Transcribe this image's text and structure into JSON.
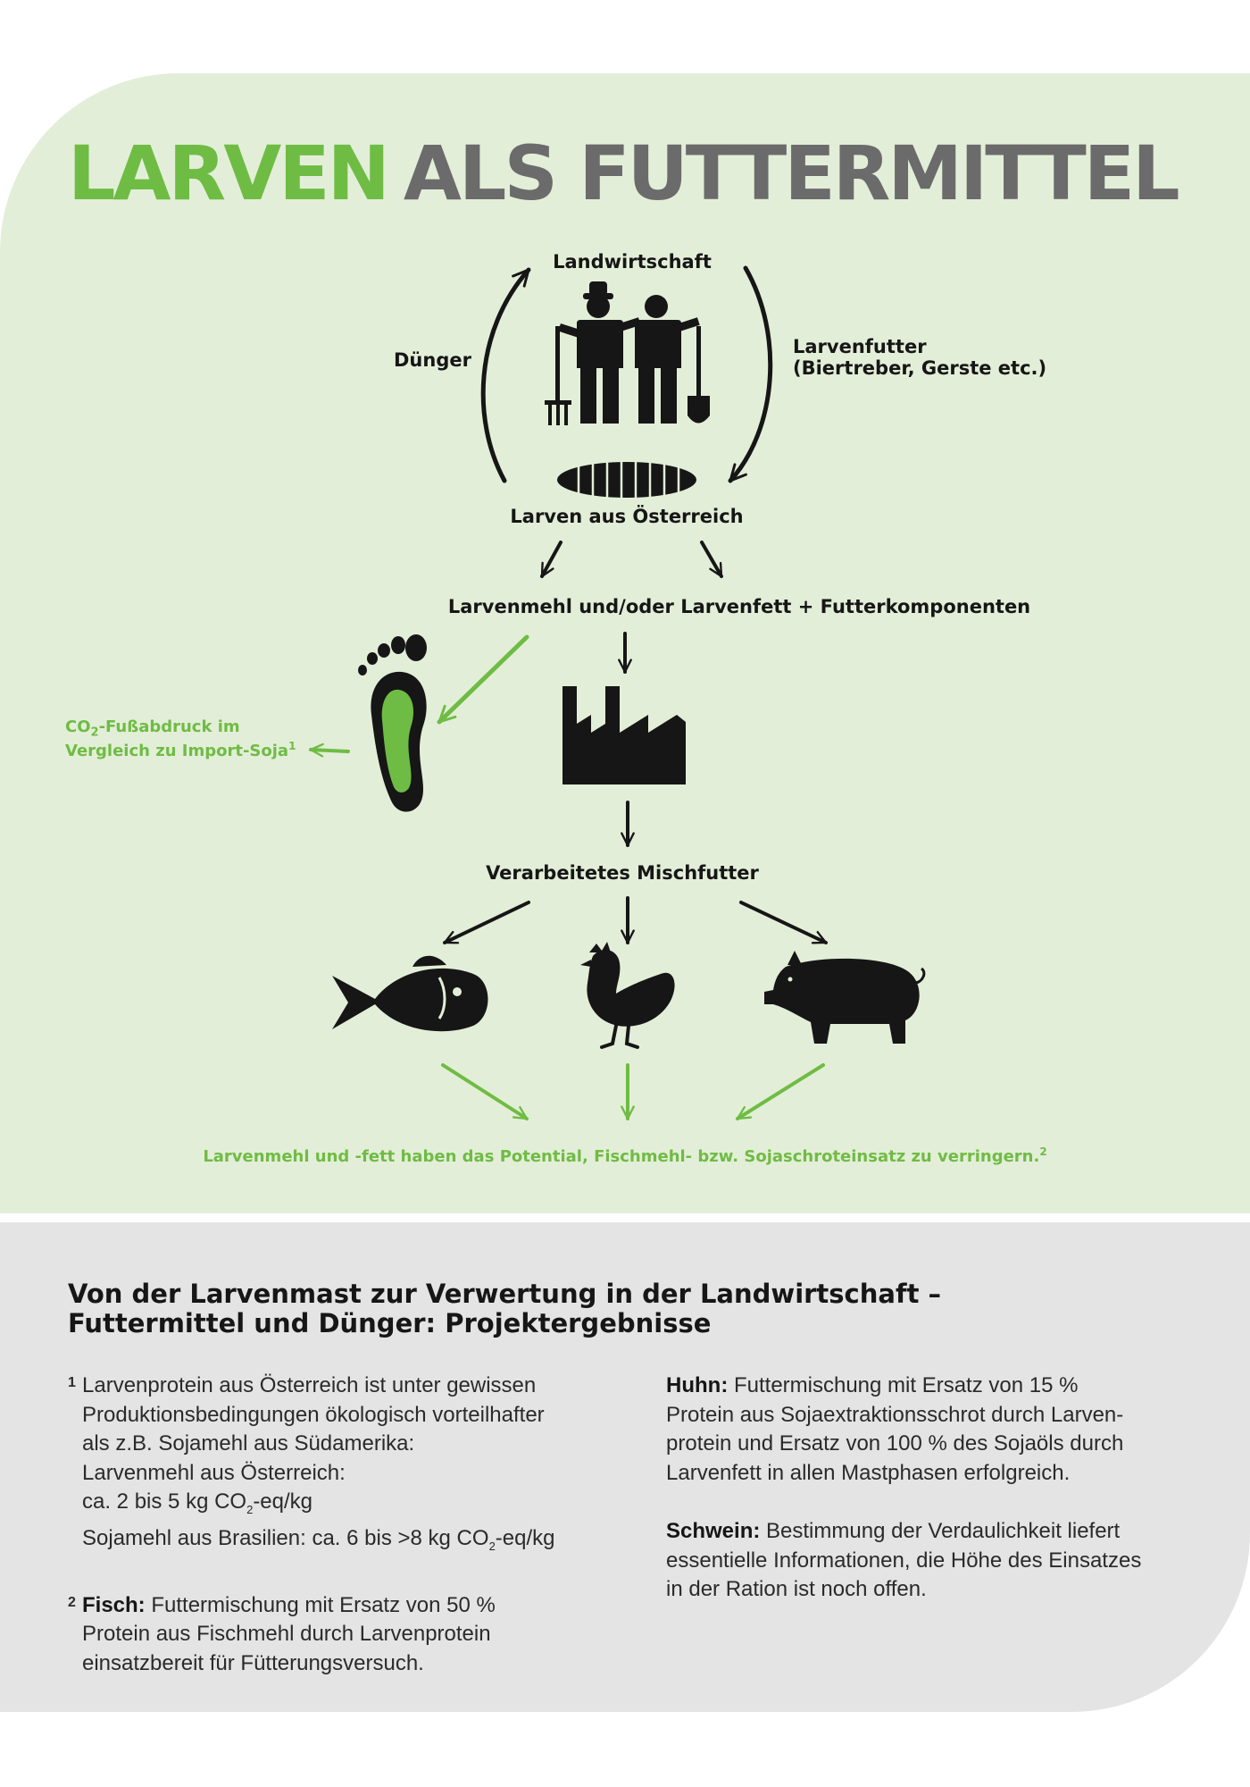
{
  "title": {
    "part1": "LARVEN",
    "part2": "ALS FUTTERMITTEL"
  },
  "diagram": {
    "landwirtschaft": "Landwirtschaft",
    "duenger": "Dünger",
    "larvenfutter_line1": "Larvenfutter",
    "larvenfutter_line2": "(Biertreber, Gerste etc.)",
    "larven_aus_oesterreich": "Larven aus Österreich",
    "larvenmehl_komponenten": "Larvenmehl und/oder Larvenfett + Futterkomponenten",
    "co2_line1_a": "CO",
    "co2_line1_sub": "2",
    "co2_line1_b": "-Fußabdruck im",
    "co2_line2": "Vergleich zu Import-Soja",
    "co2_line2_sup": "1",
    "verarbeitetes_mischfutter": "Verarbeitetes Mischfutter",
    "potential": "Larvenmehl und -fett haben das Potential, Fischmehl- bzw. Sojaschroteinsatz zu verringern.",
    "potential_sup": "2",
    "colors": {
      "green": "#6fbc44",
      "black": "#161616",
      "grey": "#6b6b6b"
    },
    "icons": [
      "farmer-icon",
      "larva-icon",
      "footprint-icon",
      "factory-icon",
      "fish-icon",
      "chicken-icon",
      "pig-icon"
    ]
  },
  "results": {
    "heading_line1": "Von der Larvenmast zur Verwertung in der Landwirtschaft –",
    "heading_line2": "Futtermittel und Dünger: Projektergebnisse",
    "note1": {
      "num": "1",
      "l1": "Larvenprotein aus Österreich ist unter gewissen",
      "l2": "Produktionsbedingungen ökologisch vorteilhafter",
      "l3": "als z.B. Sojamehl aus Südamerika:",
      "l4": "Larvenmehl aus Österreich:",
      "l5a": "ca. 2 bis 5 kg CO",
      "l5sub": "2",
      "l5b": "-eq/kg",
      "l6a": "Sojamehl aus Brasilien: ca. 6 bis >8 kg CO",
      "l6sub": "2",
      "l6b": "-eq/kg"
    },
    "note2": {
      "num": "2",
      "bold": "Fisch:",
      "l1": " Futtermischung mit Ersatz von 50 %",
      "l2": "Protein aus Fischmehl durch Larvenprotein",
      "l3": "einsatzbereit für Fütterungsversuch."
    },
    "huhn": {
      "bold": "Huhn:",
      "l1": " Futtermischung mit Ersatz von 15 %",
      "l2": "Protein aus Sojaextraktionsschrot durch Larven-",
      "l3": "protein und Ersatz von 100 % des Sojaöls durch",
      "l4": "Larvenfett in allen Mastphasen erfolgreich."
    },
    "schwein": {
      "bold": "Schwein:",
      "l1": " Bestimmung der Verdaulichkeit liefert",
      "l2": "essentielle Informationen, die Höhe des Einsatzes",
      "l3": "in der Ration ist noch offen."
    }
  }
}
